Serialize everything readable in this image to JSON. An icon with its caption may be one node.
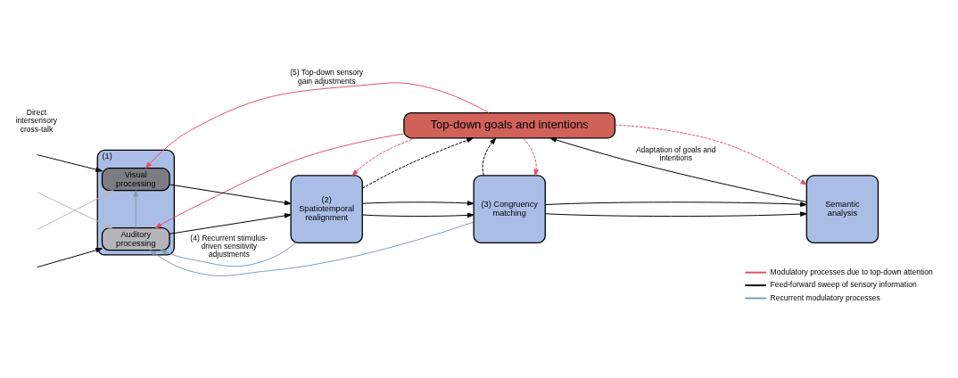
{
  "diagram": {
    "nodes": [
      {
        "text": [
          "Top-down goals and intentions"
        ]
      },
      {
        "text": [
          "(1)"
        ]
      },
      {
        "text": [
          "Visual processing"
        ],
        "in": 1
      },
      {
        "text": [
          "Auditory processing"
        ],
        "in": 1
      },
      {
        "text": [
          "(2) Spatiotemporal realignment"
        ]
      },
      {
        "text": [
          "(3) Congruency matching"
        ]
      },
      {
        "text": [
          "Semantic analysis"
        ]
      }
    ],
    "edges": [
      {
        "from": null,
        "to": 2,
        "arrow": "to",
        "color": "#b8b8b8"
      },
      {
        "from": null,
        "to": 3,
        "arrow": "to",
        "color": "#b8b8b8"
      },
      {
        "from": null,
        "to": 2,
        "arrow": "to"
      },
      {
        "from": null,
        "to": 3,
        "arrow": "to"
      },
      {
        "from": 0,
        "to": 2,
        "arrow": "to",
        "label": "(5) Top-down sensory gain adjustments",
        "color": "#d9536a"
      },
      {
        "from": 0,
        "to": 3,
        "arrow": "to",
        "color": "#d9536a"
      },
      {
        "from": 3,
        "to": 2,
        "arrow": "to",
        "color": "#7f9cb3"
      },
      {
        "from": 2,
        "to": 4,
        "arrow": "to"
      },
      {
        "from": 3,
        "to": 4,
        "arrow": "to"
      },
      {
        "from": 4,
        "to": 5,
        "arrow": "to"
      },
      {
        "from": 4,
        "to": 5,
        "arrow": "to"
      },
      {
        "from": 5,
        "to": 6,
        "arrow": "to"
      },
      {
        "from": 5,
        "to": 6,
        "arrow": "to"
      },
      {
        "from": 0,
        "to": 4,
        "arrow": "to",
        "style": "dashed",
        "color": "#d9536a"
      },
      {
        "from": 4,
        "to": 0,
        "arrow": "to",
        "style": "dashed"
      },
      {
        "from": 0,
        "to": 5,
        "arrow": "to",
        "style": "dashed",
        "color": "#d9536a"
      },
      {
        "from": 5,
        "to": 0,
        "arrow": "to",
        "style": "dashed"
      },
      {
        "from": 0,
        "to": 6,
        "arrow": "to",
        "style": "dashed",
        "color": "#d9536a"
      },
      {
        "from": 6,
        "to": 0,
        "arrow": "to",
        "label": "Adaptation of goals and intentions"
      },
      {
        "from": 4,
        "to": 3,
        "arrow": "to",
        "label": "(4) Recurrent stimulus-driven sensitivity adjustments",
        "color": "#7f9cb3"
      },
      {
        "from": 5,
        "to": 3,
        "arrow": "to",
        "color": "#7f9cb3"
      }
    ],
    "labels": [
      "Direct intersensory cross-talk"
    ],
    "legend": [
      {
        "text": "Modulatory processes due to top-down attention",
        "color": "#d9536a"
      },
      {
        "text": "Feed-forward sweep of sensory information",
        "color": "#000000"
      },
      {
        "text": "Recurrent modulatory processes",
        "color": "#7f9cb3"
      }
    ]
  }
}
